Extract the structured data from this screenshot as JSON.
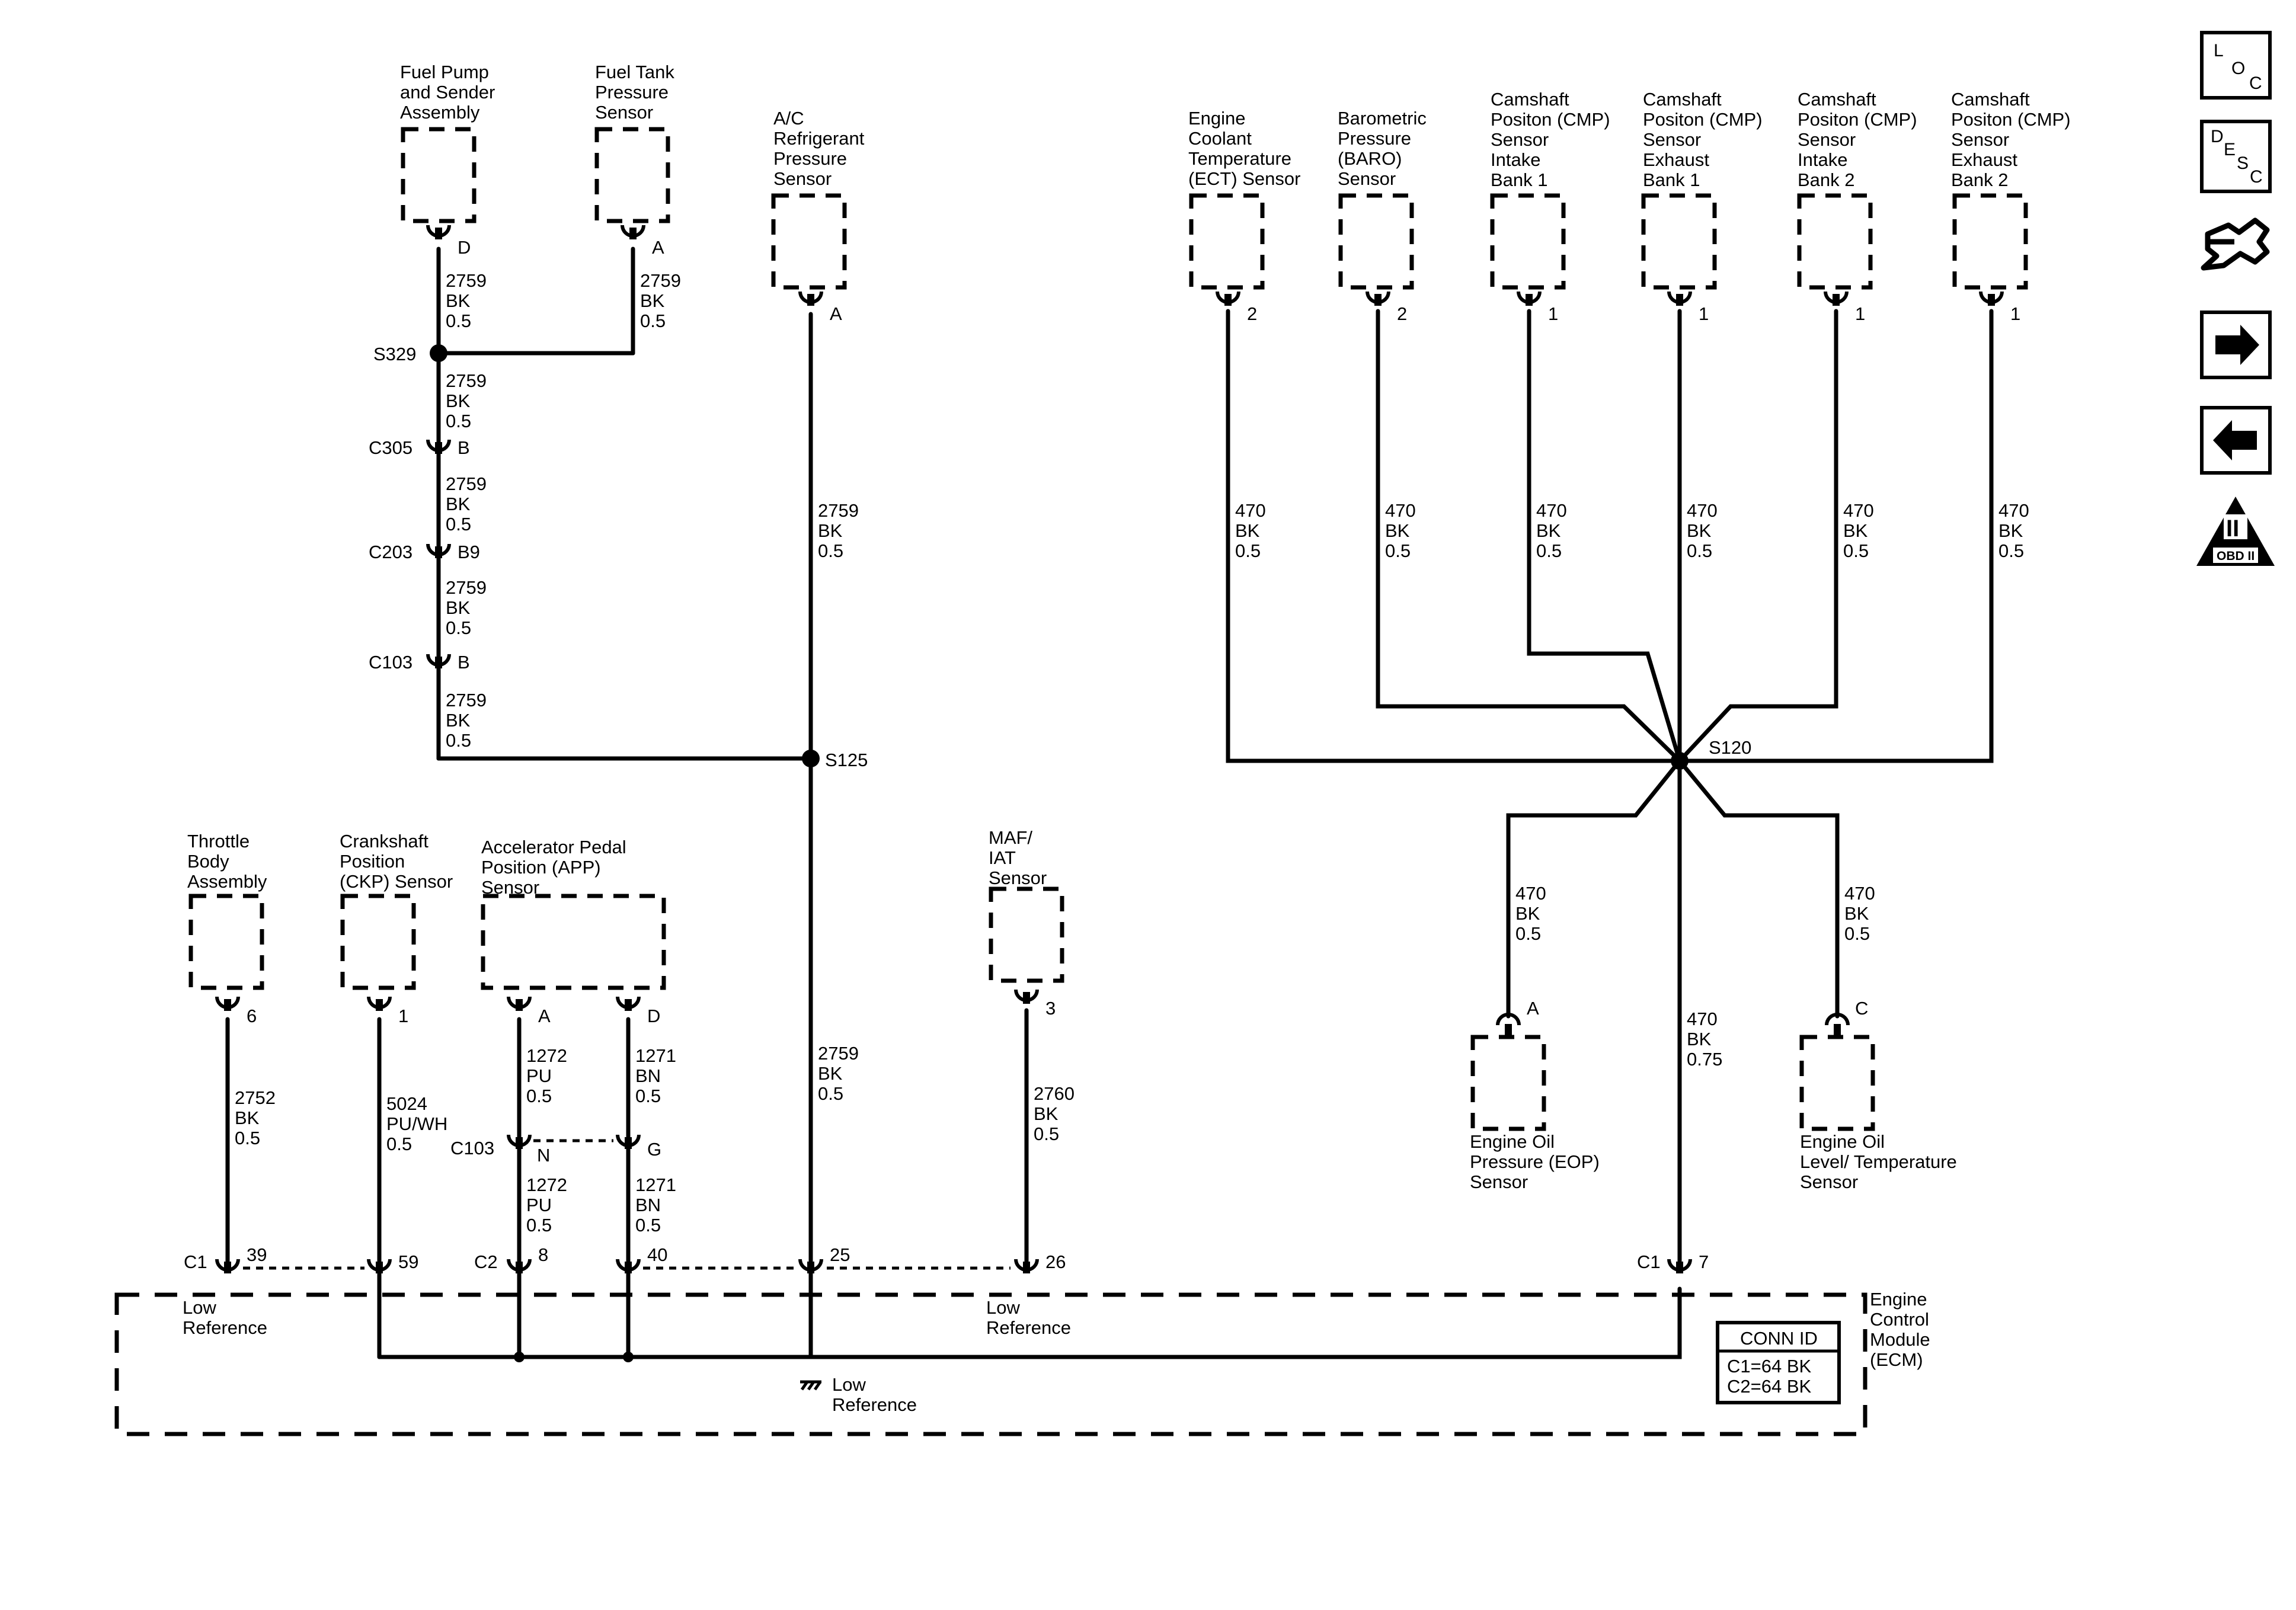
{
  "components": {
    "fuel_pump": [
      "Fuel Pump",
      "and Sender",
      "Assembly"
    ],
    "fuel_tank_pressure": [
      "Fuel Tank",
      "Pressure",
      "Sensor"
    ],
    "ac_refrigerant": [
      "A/C",
      "Refrigerant",
      "Pressure",
      "Sensor"
    ],
    "ect": [
      "Engine",
      "Coolant",
      "Temperature",
      "(ECT) Sensor"
    ],
    "baro": [
      "Barometric",
      "Pressure",
      "(BARO)",
      "Sensor"
    ],
    "cmp_intake_b1": [
      "Camshaft",
      "Positon (CMP)",
      "Sensor",
      "Intake",
      "Bank 1"
    ],
    "cmp_exhaust_b1": [
      "Camshaft",
      "Positon (CMP)",
      "Sensor",
      "Exhaust",
      "Bank 1"
    ],
    "cmp_intake_b2": [
      "Camshaft",
      "Positon (CMP)",
      "Sensor",
      "Intake",
      "Bank 2"
    ],
    "cmp_exhaust_b2": [
      "Camshaft",
      "Positon (CMP)",
      "Sensor",
      "Exhaust",
      "Bank 2"
    ],
    "throttle_body": [
      "Throttle",
      "Body",
      "Assembly"
    ],
    "ckp": [
      "Crankshaft",
      "Position",
      "(CKP) Sensor"
    ],
    "app": [
      "Accelerator Pedal",
      "Position (APP)",
      "Sensor"
    ],
    "maf_iat": [
      "MAF/",
      "IAT",
      "Sensor"
    ],
    "eop": [
      "Engine Oil",
      "Pressure (EOP)",
      "Sensor"
    ],
    "oil_level_temp": [
      "Engine Oil",
      "Level/ Temperature",
      "Sensor"
    ],
    "ecm": [
      "Engine",
      "Control",
      "Module",
      "(ECM)"
    ]
  },
  "pins": {
    "fuel_pump": "D",
    "fuel_tank": "A",
    "ac": "A",
    "ect": "2",
    "baro": "2",
    "cmp_ib1": "1",
    "cmp_eb1": "1",
    "cmp_ib2": "1",
    "cmp_eb2": "1",
    "tb": "6",
    "ckp": "1",
    "app_a": "A",
    "app_d": "D",
    "maf": "3",
    "eop": "A",
    "oil_level": "C",
    "c103_n": "N",
    "c103_g": "G",
    "ecm_39": "39",
    "ecm_59": "59",
    "ecm_8": "8",
    "ecm_40": "40",
    "ecm_25": "25",
    "ecm_26": "26",
    "ecm_7": "7"
  },
  "inline_connectors": {
    "c305": "C305",
    "c305_pin": "B",
    "c203": "C203",
    "c203_pin": "B9",
    "c103": "C103",
    "c103_pin": "B",
    "c103_app": "C103"
  },
  "connector_ids": {
    "c1_a": "C1",
    "c2": "C2",
    "c1_b": "C1"
  },
  "splices": {
    "s329": "S329",
    "s125": "S125",
    "s120": "S120"
  },
  "wires": {
    "w2759": [
      "2759",
      "BK",
      "0.5"
    ],
    "w470": [
      "470",
      "BK",
      "0.5"
    ],
    "w470_075": [
      "470",
      "BK",
      "0.75"
    ],
    "w2752": [
      "2752",
      "BK",
      "0.5"
    ],
    "w5024": [
      "5024",
      "PU/WH",
      "0.5"
    ],
    "w1272": [
      "1272",
      "PU",
      "0.5"
    ],
    "w1271": [
      "1271",
      "BN",
      "0.5"
    ],
    "w2760": [
      "2760",
      "BK",
      "0.5"
    ]
  },
  "low_reference": [
    "Low",
    "Reference"
  ],
  "conn_id": {
    "title": "CONN ID",
    "c1": "C1=64 BK",
    "c2": "C2=64 BK"
  },
  "nav_icons": {
    "loc": [
      "L",
      "O",
      "C"
    ],
    "desc": [
      "D",
      "E",
      "S",
      "C"
    ],
    "obd": [
      "II",
      "OBD II"
    ]
  }
}
